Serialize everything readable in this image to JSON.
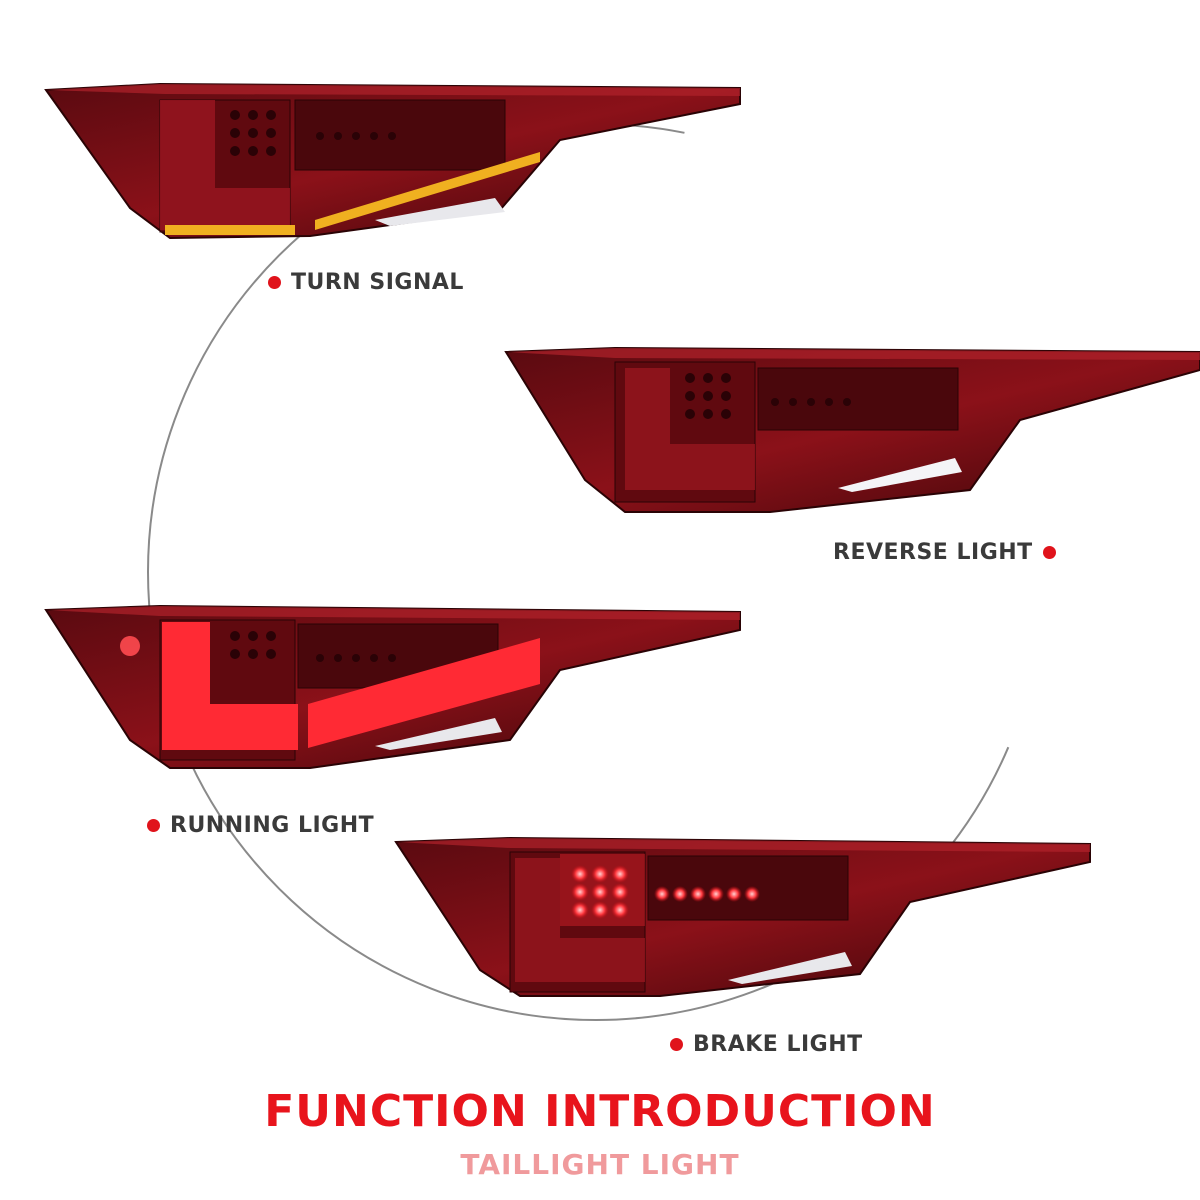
{
  "features": [
    {
      "id": "turn",
      "label": "TURN SIGNAL"
    },
    {
      "id": "reverse",
      "label": "REVERSE LIGHT"
    },
    {
      "id": "running",
      "label": "RUNNING LIGHT"
    },
    {
      "id": "brake",
      "label": "BRAKE LIGHT"
    }
  ],
  "heading": {
    "title": "FUNCTION INTRODUCTION",
    "subtitle": "TAILLIGHT LIGHT"
  },
  "colors": {
    "accent": "#e8141c",
    "subtitle": "#f09a9c",
    "lens": "#7a0d14",
    "turn_amber": "#f0b020",
    "label_text": "#3a3a3a"
  },
  "icons": [
    "label-dot"
  ]
}
